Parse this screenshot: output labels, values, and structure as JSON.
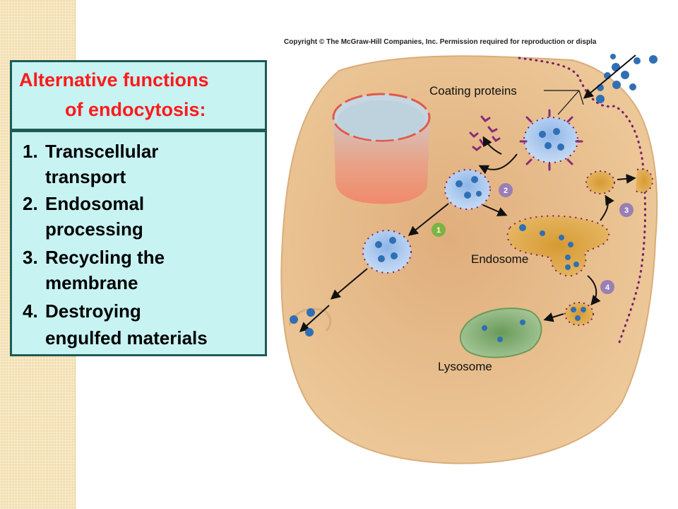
{
  "heading": {
    "line1": "Alternative functions",
    "line2": "of endocytosis:"
  },
  "functions": [
    {
      "number": "1.",
      "line1": "Transcellular",
      "line2": "transport"
    },
    {
      "number": "2.",
      "line1": "Endosomal",
      "line2": "processing"
    },
    {
      "number": "3.",
      "line1": "Recycling the",
      "line2": "membrane"
    },
    {
      "number": "4.",
      "line1": "Destroying",
      "line2": "engulfed materials"
    }
  ],
  "diagram": {
    "copyright": "Copyright © The McGraw-Hill Companies, Inc. Permission required for reproduction or displa",
    "labels": {
      "coating_proteins": "Coating proteins",
      "endosome": "Endosome",
      "lysosome": "Lysosome"
    },
    "step_markers": [
      "1",
      "2",
      "3",
      "4"
    ],
    "colors": {
      "cell": "#e9c392",
      "membrane_dots": "#7a1f6a",
      "vesicle": "#a9c8ee",
      "endosome": "#d9a23d",
      "lysosome": "#7fa86a",
      "molecule": "#2f6fb4",
      "step1_marker": "#7cb342",
      "step_marker": "#9a7fb5"
    }
  }
}
